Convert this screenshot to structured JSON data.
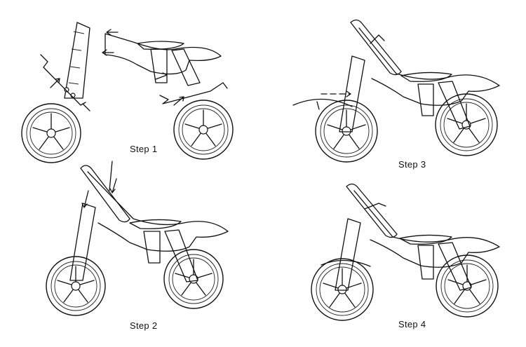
{
  "steps": [
    {
      "label": "Step 1"
    },
    {
      "label": "Step 2"
    },
    {
      "label": "Step 3"
    },
    {
      "label": "Step 4"
    }
  ],
  "colors": {
    "line": "#111111",
    "background": "#ffffff"
  }
}
